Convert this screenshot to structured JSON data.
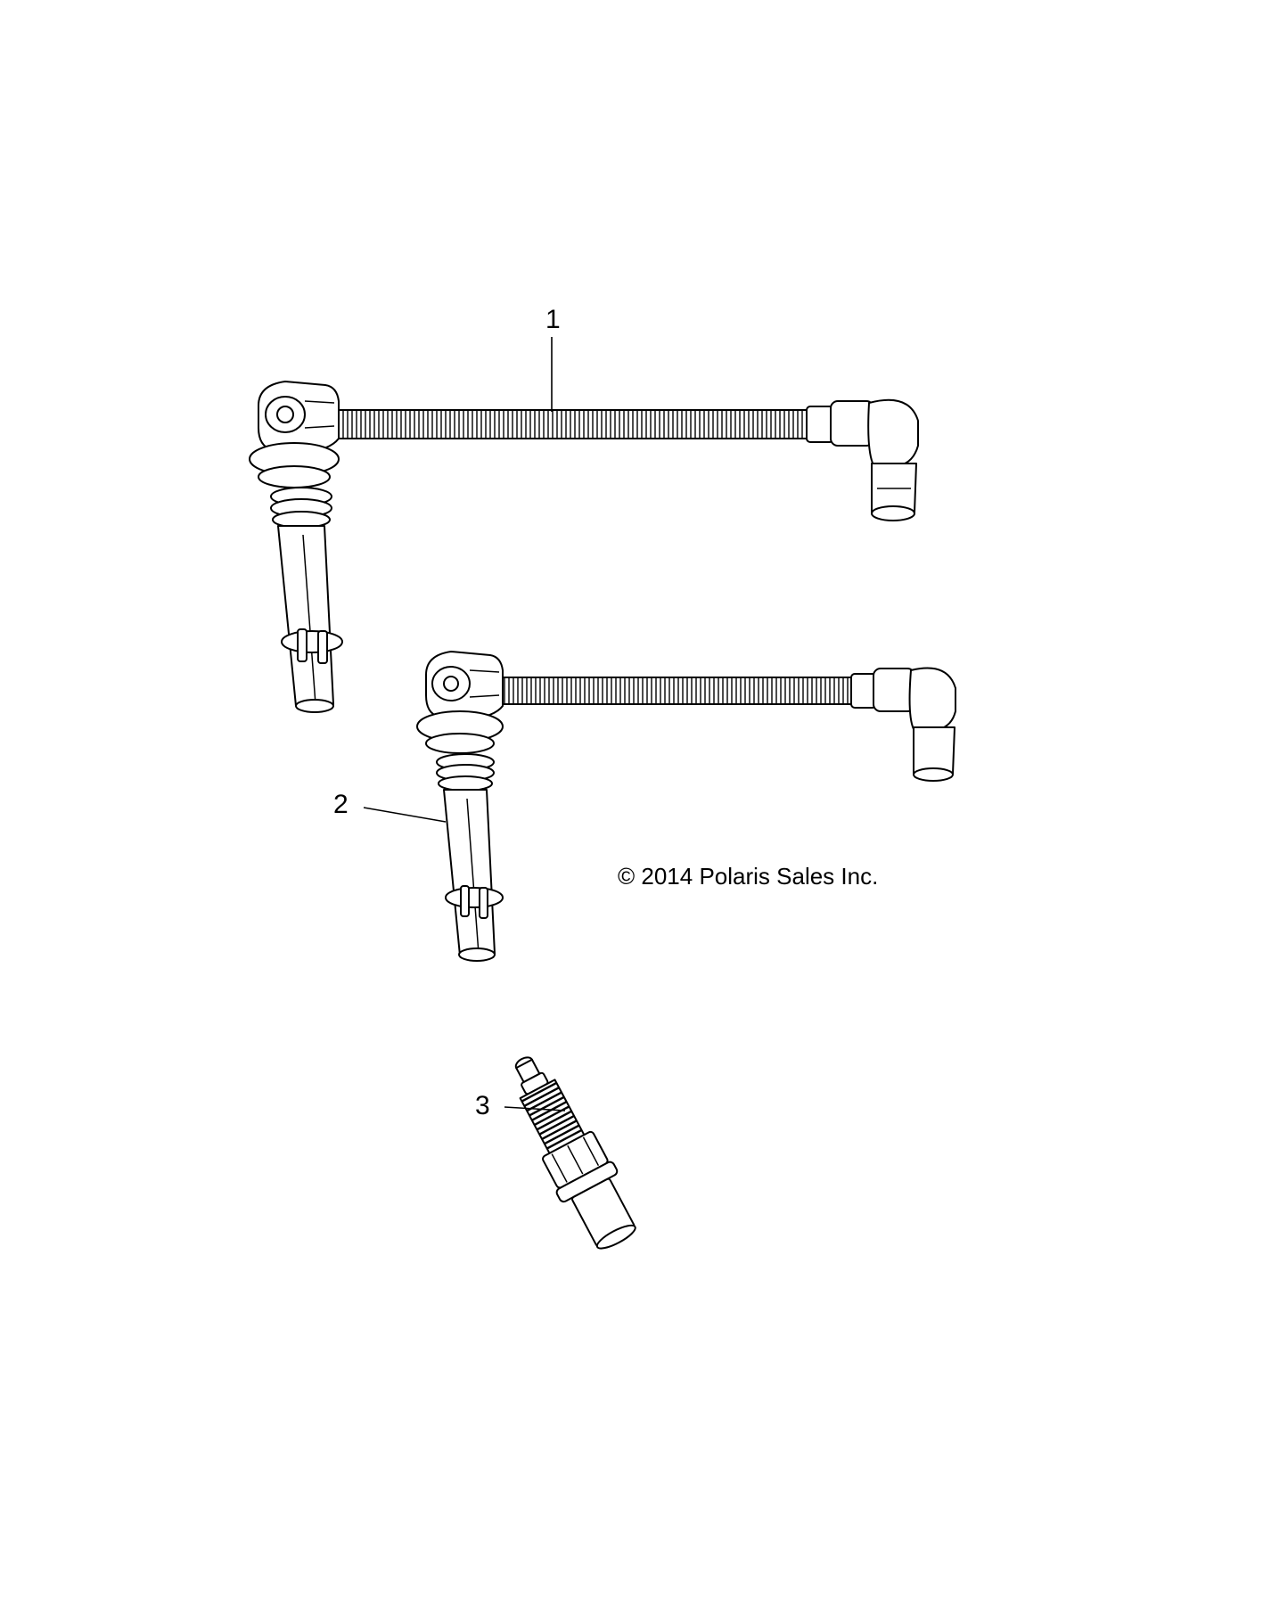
{
  "callouts": {
    "item1": "1",
    "item2": "2",
    "item3": "3"
  },
  "copyright": "© 2014 Polaris Sales Inc."
}
